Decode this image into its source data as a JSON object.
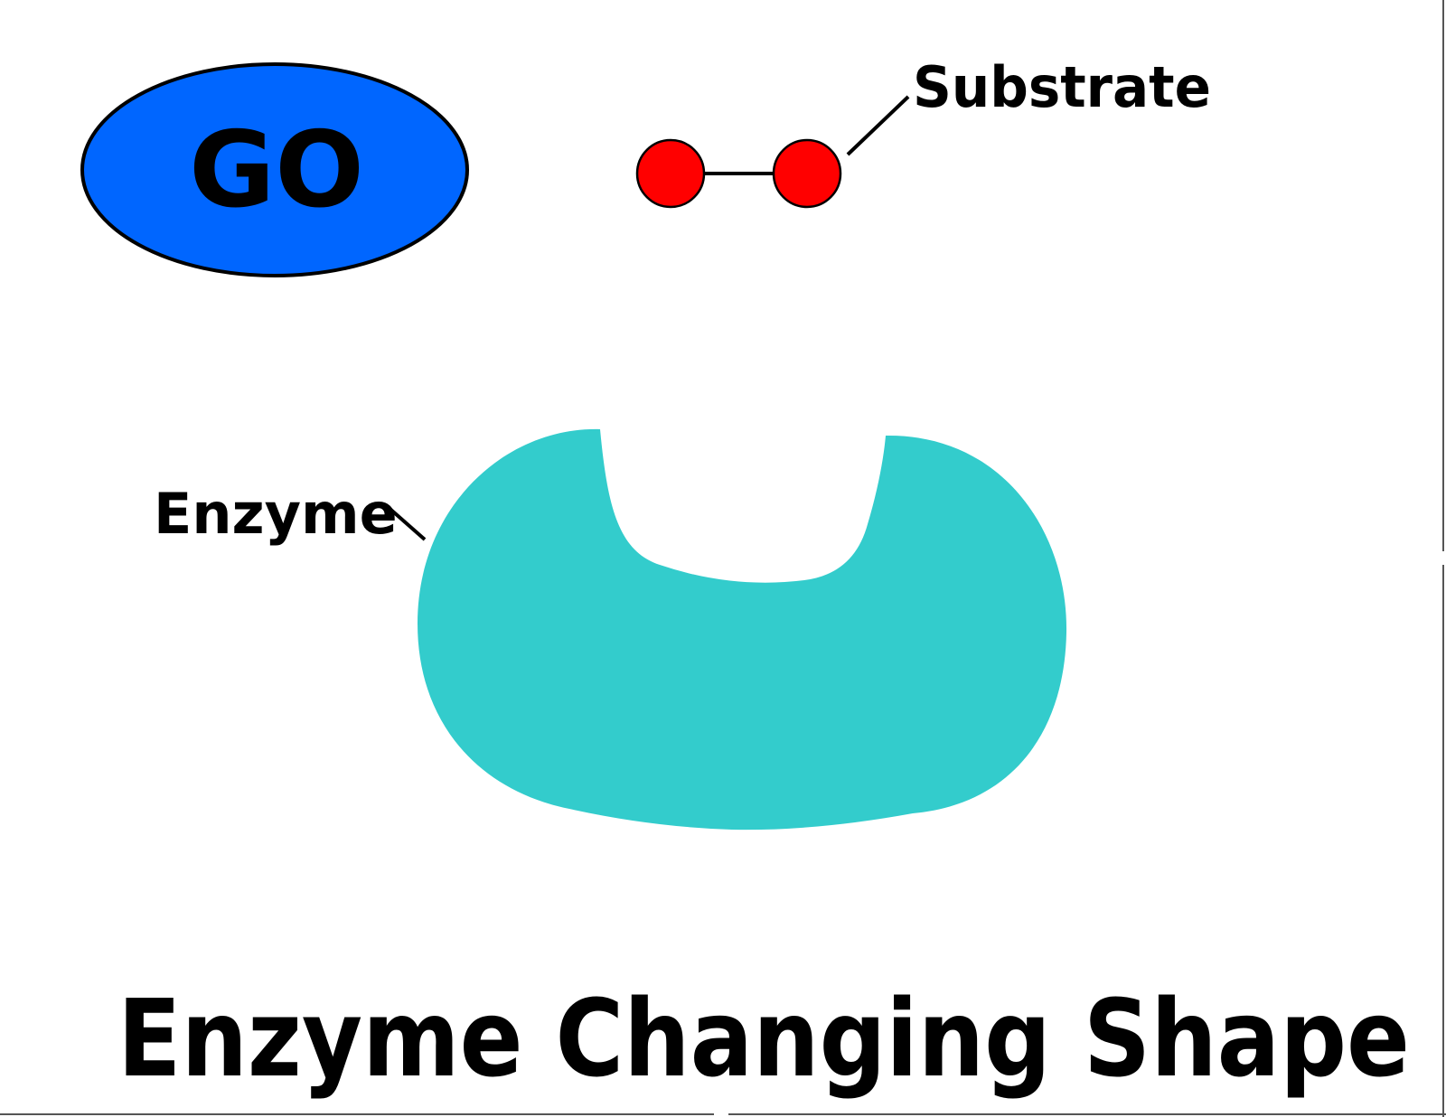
{
  "go_button": {
    "label": "GO"
  },
  "labels": {
    "substrate": "Substrate",
    "enzyme": "Enzyme"
  },
  "title": "Enzyme Changing Shape",
  "colors": {
    "go_button_fill": "#0066ff",
    "substrate_fill": "#ff0000",
    "enzyme_fill": "#33cccc",
    "text": "#000000",
    "frame_line": "#555555"
  }
}
